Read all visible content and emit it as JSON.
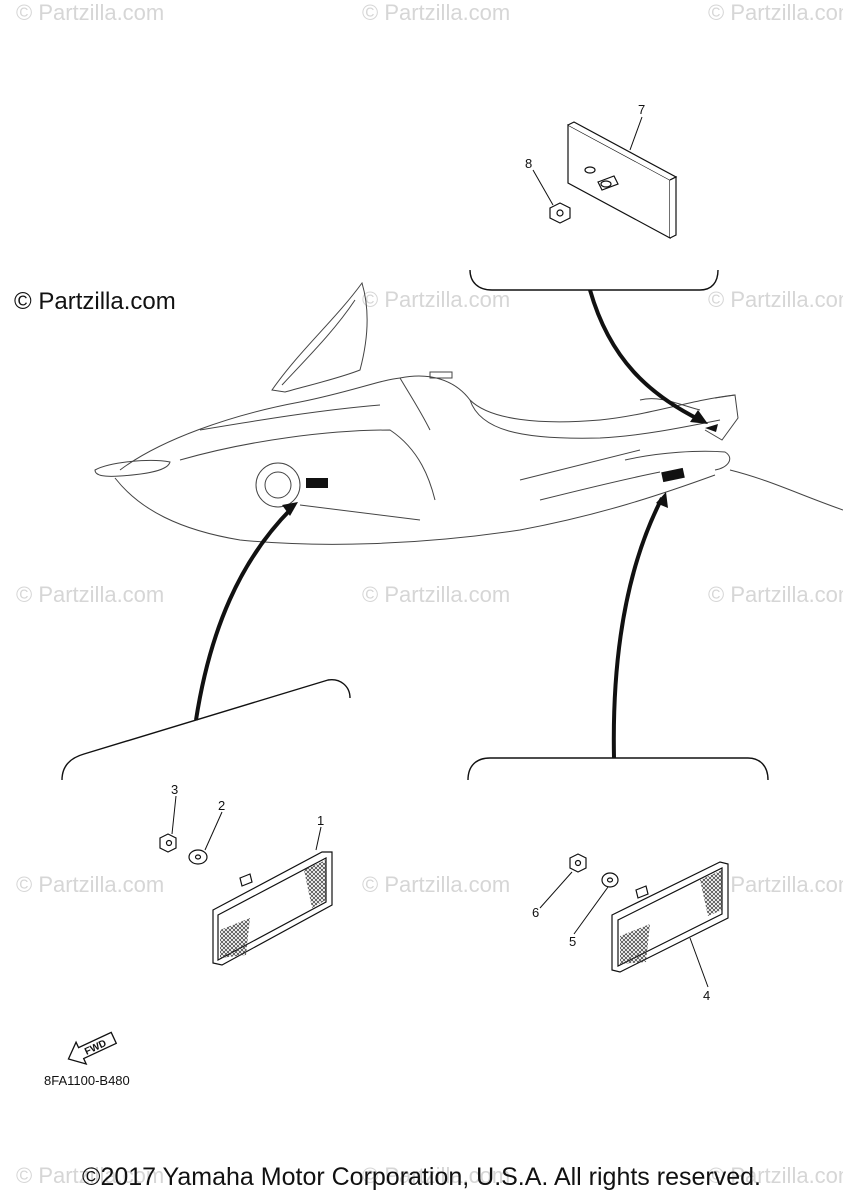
{
  "watermark": {
    "text": "© Partzilla.com",
    "color": "#d6d6d6"
  },
  "copyright_main": "© Partzilla.com",
  "diagram_code": "8FA1100-B480",
  "footer_copyright": "©2017 Yamaha Motor Corporation, U.S.A. All rights reserved.",
  "fwd_label": "FWD",
  "callouts": [
    "1",
    "2",
    "3",
    "4",
    "5",
    "6",
    "7",
    "8"
  ]
}
